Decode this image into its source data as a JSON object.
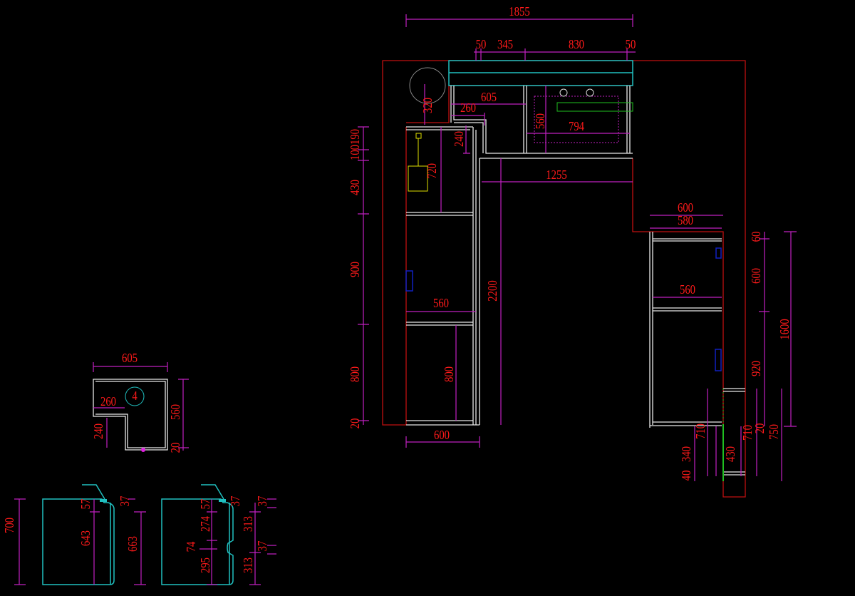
{
  "drawing": {
    "main_plan": {
      "top": [
        "1855",
        "50",
        "345",
        "830",
        "50"
      ],
      "upper": [
        "605",
        "260",
        "320",
        "240",
        "560",
        "794",
        "720",
        "1255"
      ],
      "left": [
        "190",
        "100",
        "430",
        "900",
        "800",
        "20"
      ],
      "left_cabinet": [
        "560",
        "800",
        "600",
        "2200"
      ],
      "right": [
        "600",
        "580",
        "560",
        "60",
        "600",
        "1600",
        "920",
        "710",
        "710",
        "20",
        "750",
        "340",
        "430",
        "40"
      ]
    },
    "corner_plan": {
      "dims": [
        "605",
        "260",
        "240",
        "560",
        "20"
      ],
      "tag": "4"
    },
    "elevation_a": [
      "700",
      "57",
      "643",
      "37",
      "663"
    ],
    "elevation_b": [
      "57",
      "274",
      "74",
      "295",
      "37",
      "37",
      "313",
      "37",
      "313"
    ]
  },
  "colors": {
    "dimension": "#ff1a1a",
    "dimline": "#c020c0",
    "wall": "#c01010",
    "panel": "#e8e8e8",
    "elevation": "#20c0c0"
  }
}
